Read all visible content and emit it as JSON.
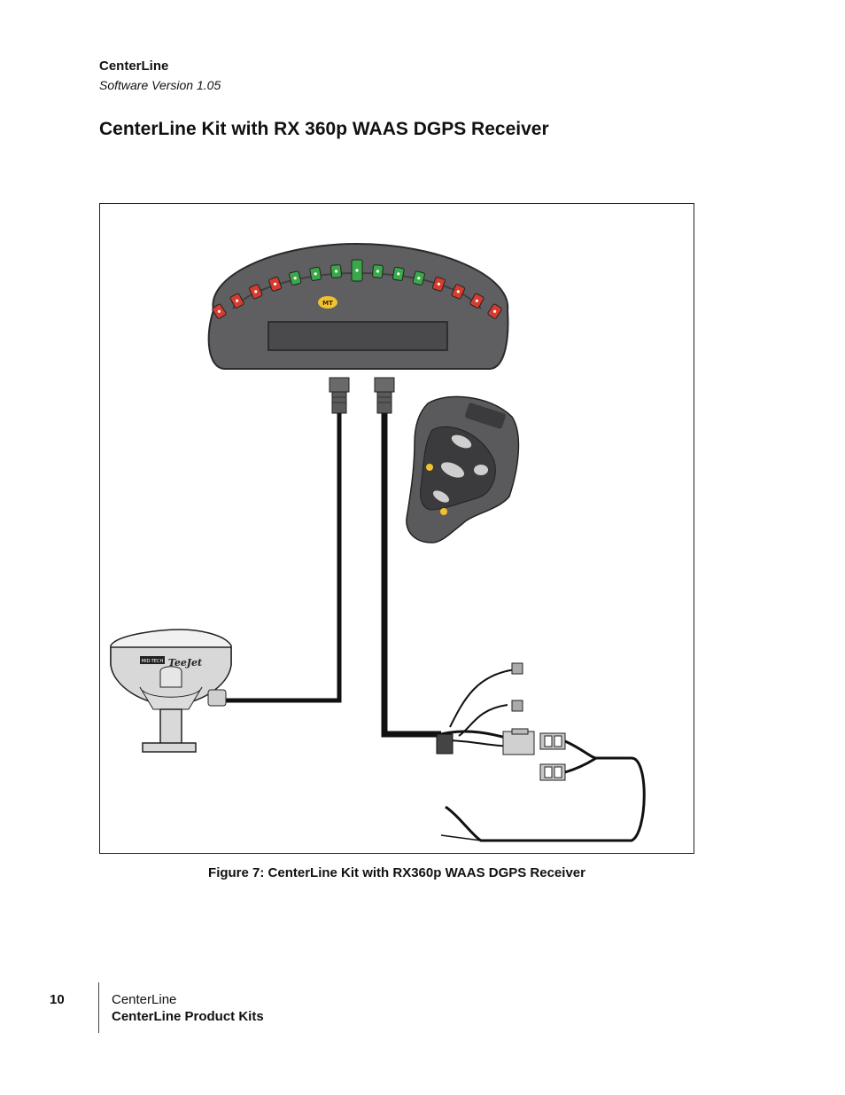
{
  "header": {
    "product": "CenterLine",
    "version": "Software Version 1.05"
  },
  "page_title": "CenterLine Kit with RX 360p WAAS DGPS Receiver",
  "figure": {
    "caption": "Figure 7: CenterLine Kit with RX360p WAAS DGPS Receiver",
    "receiver_labels": {
      "brand_plate": "MID-TECH",
      "logo": "TeeJet"
    },
    "lightbar": {
      "led_colors": [
        "red",
        "red",
        "red",
        "red",
        "green",
        "green",
        "green",
        "green",
        "green",
        "green",
        "green",
        "red",
        "red",
        "red",
        "red"
      ],
      "colors": {
        "body": "#5f5f61",
        "bezel": "#3f3f41",
        "red_led": "#d63b2f",
        "green_led": "#3aa84a",
        "display": "#4a4a4c",
        "logo": "#f2c22e"
      }
    },
    "remote": {
      "colors": {
        "body": "#5a5a5c",
        "panel": "#3b3b3d",
        "keys": "#cfcfcf"
      }
    }
  },
  "footer": {
    "page_number": "10",
    "line1": "CenterLine",
    "line2": "CenterLine Product Kits"
  }
}
